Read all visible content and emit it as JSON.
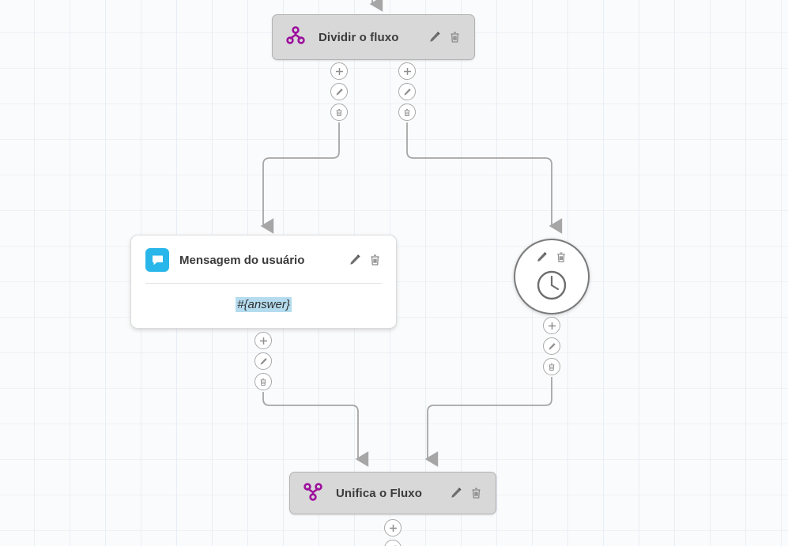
{
  "canvas": {
    "grid_line_color": "#e8eef5",
    "background_color": "#fafbfc"
  },
  "nodes": {
    "split": {
      "title": "Dividir o fluxo",
      "icon": "split-flow-icon",
      "icon_color": "#9c0f9c",
      "edit_label": "Editar",
      "delete_label": "Excluir"
    },
    "message": {
      "title": "Mensagem do usuário",
      "icon": "chat-bubble-icon",
      "icon_background": "#29b6ea",
      "variable": "#{answer}",
      "variable_highlight": "#b4dcee",
      "edit_label": "Editar",
      "delete_label": "Excluir"
    },
    "timer": {
      "icon": "clock-icon",
      "edit_label": "Editar",
      "delete_label": "Excluir"
    },
    "merge": {
      "title": "Unifica o Fluxo",
      "icon": "merge-flow-icon",
      "icon_color": "#9c0f9c",
      "edit_label": "Editar",
      "delete_label": "Excluir"
    }
  },
  "connector_buttons": {
    "add_label": "Adicionar",
    "edit_label": "Editar",
    "delete_label": "Excluir",
    "add_icon": "plus-icon",
    "edit_icon": "pencil-icon",
    "delete_icon": "trash-icon"
  }
}
